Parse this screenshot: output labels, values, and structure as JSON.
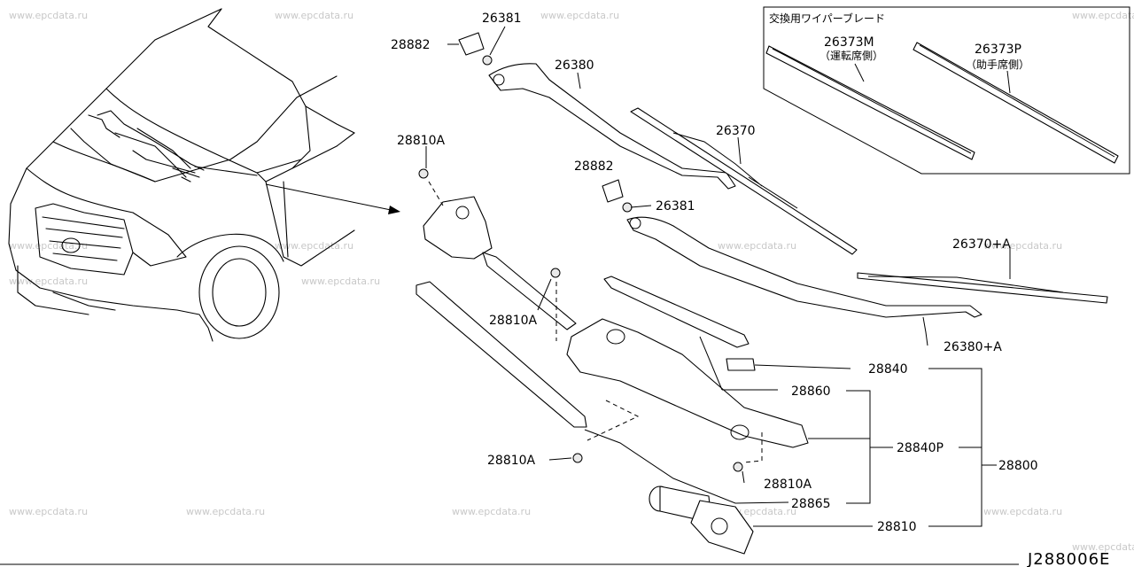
{
  "watermark": "www.epcdata.ru",
  "diagram_code": "J288006E",
  "inset": {
    "title": "交換用ワイパーブレード",
    "left_part": "26373M",
    "left_note": "（運転席側）",
    "right_part": "26373P",
    "right_note": "（助手席側）"
  },
  "labels": {
    "p28882_top": "28882",
    "p26381_top": "26381",
    "p26380": "26380",
    "p26370": "26370",
    "p28882_mid": "28882",
    "p26381_mid": "26381",
    "p28810a_top": "28810A",
    "p26370a": "26370+A",
    "p28810a_mid": "28810A",
    "p26380a": "26380+A",
    "p28840": "28840",
    "p28860": "28860",
    "p28840p": "28840P",
    "p28800": "28800",
    "p28810a_low": "28810A",
    "p28810a_right": "28810A",
    "p28865": "28865",
    "p28810": "28810"
  }
}
